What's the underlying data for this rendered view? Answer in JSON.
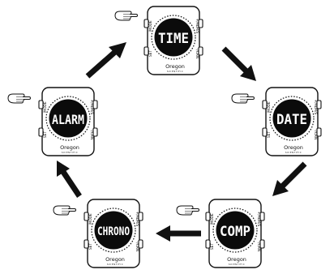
{
  "watches": [
    {
      "id": "time",
      "display": "TIME",
      "mode": "MODE",
      "set": "SET",
      "up": "+/ALM/S",
      "down": "-/CRN",
      "brand": "Oregon",
      "tagline": "SCIENTIFIC"
    },
    {
      "id": "date",
      "display": "DATE",
      "mode": "MODE",
      "set": "SET",
      "up": "+/ALM/S",
      "down": "-/CRN",
      "brand": "Oregon",
      "tagline": "SCIENTIFIC"
    },
    {
      "id": "comp",
      "display": "COMP",
      "mode": "MODE",
      "set": "SET",
      "up": "+/ALM/S",
      "down": "-/CRN",
      "brand": "Oregon",
      "tagline": "SCIENTIFIC"
    },
    {
      "id": "chrono",
      "display": "CHRONO",
      "mode": "MODE",
      "set": "SET",
      "up": "+/ALM/S",
      "down": "-/CRN",
      "brand": "Oregon",
      "tagline": "SCIENTIFIC"
    },
    {
      "id": "alarm",
      "display": "ALARM",
      "mode": "MODE",
      "set": "SET",
      "up": "+/ALM/S",
      "down": "-/CRN",
      "brand": "Oregon",
      "tagline": "SCIENTIFIC"
    }
  ],
  "icons": {
    "hand": "pointing-hand-icon",
    "arrow": "cycle-arrow-icon"
  },
  "colors": {
    "ink": "#111111",
    "display_bg": "#0b0b0b",
    "case": "#ffffff"
  }
}
